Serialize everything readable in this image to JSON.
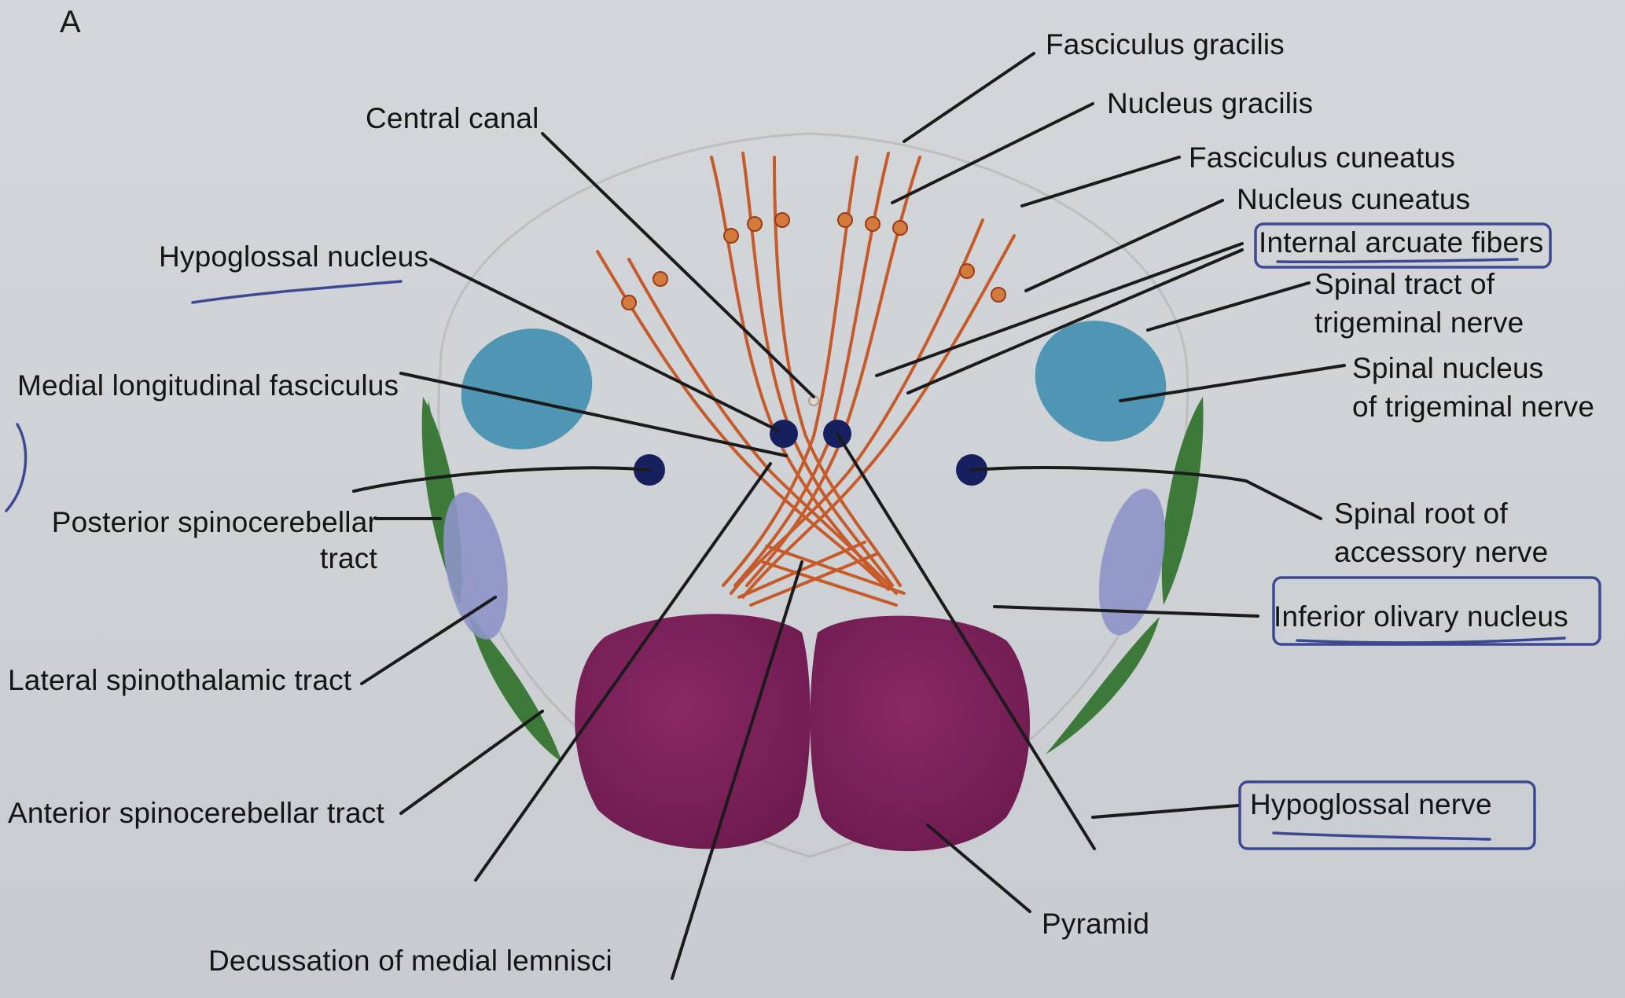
{
  "figure": {
    "panel_letter": "A"
  },
  "labels": {
    "fasciculus_gracilis": "Fasciculus gracilis",
    "nucleus_gracilis": "Nucleus gracilis",
    "fasciculus_cuneatus": "Fasciculus cuneatus",
    "nucleus_cuneatus": "Nucleus cuneatus",
    "internal_arcuate_fibers": "Internal arcuate fibers",
    "spinal_tract_trigeminal_1": "Spinal tract of",
    "spinal_tract_trigeminal_2": "trigeminal nerve",
    "spinal_nucleus_trigeminal_1": "Spinal nucleus",
    "spinal_nucleus_trigeminal_2": "of trigeminal nerve",
    "spinal_root_accessory_1": "Spinal root of",
    "spinal_root_accessory_2": "accessory nerve",
    "inferior_olivary_nucleus": "Inferior olivary nucleus",
    "hypoglossal_nerve": "Hypoglossal nerve",
    "pyramid": "Pyramid",
    "decussation_medial_lemnisci": "Decussation of medial lemnisci",
    "anterior_spinocerebellar_tract": "Anterior spinocerebellar tract",
    "lateral_spinothalamic_tract": "Lateral spinothalamic tract",
    "posterior_spinocerebellar_1": "Posterior spinocerebellar",
    "posterior_spinocerebellar_2": "tract",
    "medial_longitudinal_fasciculus": "Medial longitudinal fasciculus",
    "hypoglossal_nucleus": "Hypoglossal nucleus",
    "central_canal": "Central canal"
  },
  "colors": {
    "pyramid": "#7a1e58",
    "spinal_nucleus_trigeminal": "#3f8fb0",
    "spinocerebellar_tract": "#3d7a3a",
    "spinothalamic_tract": "#8d94c8",
    "arcuate_fibers": "#c65a2a",
    "nuclei_dots": "#17205e",
    "highlight_pen": "#2e3a8c"
  }
}
